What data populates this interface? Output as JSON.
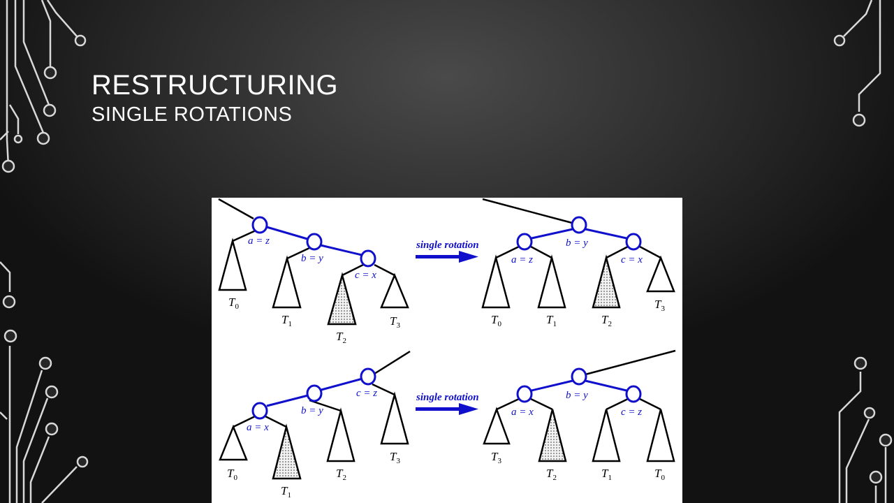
{
  "slide": {
    "title": "RESTRUCTURING",
    "subtitle": "SINGLE ROTATIONS"
  },
  "colors": {
    "tree_edge": "#1010cc",
    "subtree": "#000000",
    "background_dark": "#121212"
  },
  "diagram": {
    "arrow_label": "single rotation",
    "top_row": {
      "before": {
        "node_labels": [
          "a = z",
          "b = y",
          "c = x"
        ],
        "subtree_labels": [
          {
            "base": "T",
            "sub": "0"
          },
          {
            "base": "T",
            "sub": "1"
          },
          {
            "base": "T",
            "sub": "2"
          },
          {
            "base": "T",
            "sub": "3"
          }
        ]
      },
      "after": {
        "node_labels": [
          "b = y",
          "a = z",
          "c = x"
        ],
        "subtree_labels": [
          {
            "base": "T",
            "sub": "0"
          },
          {
            "base": "T",
            "sub": "1"
          },
          {
            "base": "T",
            "sub": "2"
          },
          {
            "base": "T",
            "sub": "3"
          }
        ]
      }
    },
    "bottom_row": {
      "before": {
        "node_labels": [
          "c = z",
          "b = y",
          "a = x"
        ],
        "subtree_labels": [
          {
            "base": "T",
            "sub": "0"
          },
          {
            "base": "T",
            "sub": "1"
          },
          {
            "base": "T",
            "sub": "2"
          },
          {
            "base": "T",
            "sub": "3"
          }
        ]
      },
      "after": {
        "node_labels": [
          "b = y",
          "a = x",
          "c = z"
        ],
        "subtree_labels": [
          {
            "base": "T",
            "sub": "3"
          },
          {
            "base": "T",
            "sub": "2"
          },
          {
            "base": "T",
            "sub": "1"
          },
          {
            "base": "T",
            "sub": "0"
          }
        ]
      }
    }
  }
}
